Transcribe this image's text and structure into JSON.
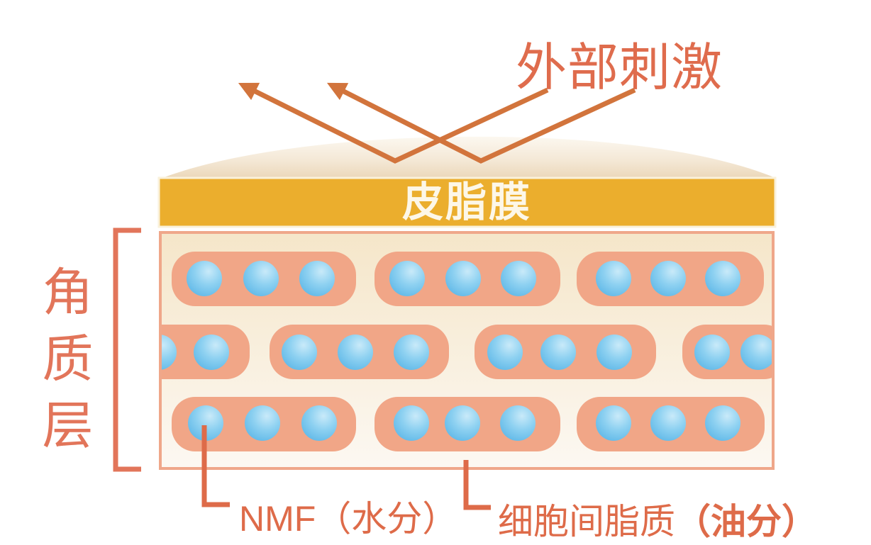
{
  "diagram": {
    "labels": {
      "external_stimulus": "外部刺激",
      "sebum_film": "皮脂膜",
      "stratum_corneum": "角质层",
      "nmf": "NMF",
      "nmf_paren": "（水分）",
      "lipid": "细胞间脂质",
      "lipid_paren": "（油分）"
    },
    "colors": {
      "title_text": "#DF6C4D",
      "arrow": "#D2743C",
      "bracket": "#E2755A",
      "leader_line": "#DE6B49",
      "band_fill": "#EBAE2D",
      "band_edge": "#FAF1DA",
      "band_text": "#FDF7E8",
      "cell_fill": "#F1A687",
      "box_border": "#EFA78A",
      "box_bg_top": "#F5E6C9",
      "box_bg_bottom": "#FCF8F2",
      "dome_top": "#FCF8F0",
      "dome_bottom": "#EBD7B8",
      "dot_highlight": "#C9EAF9",
      "dot_main": "#8ED1F1",
      "dot_deep": "#57B4E6"
    }
  }
}
